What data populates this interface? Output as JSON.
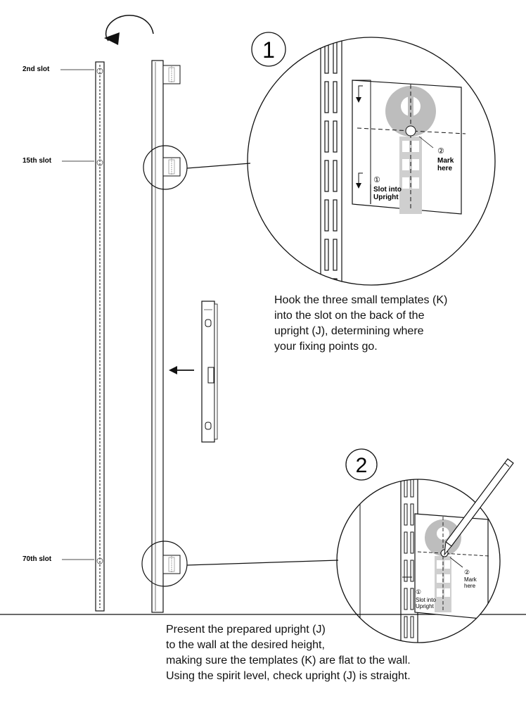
{
  "labels": {
    "slot_2": "2nd slot",
    "slot_15": "15th slot",
    "slot_70": "70th slot"
  },
  "steps": [
    {
      "number": "1",
      "mark_num": "②",
      "mark_text": [
        "Mark",
        "here"
      ],
      "slot_num": "①",
      "slot_text": [
        "Slot into",
        "Upright"
      ]
    },
    {
      "number": "2",
      "mark_num": "②",
      "mark_text": [
        "Mark",
        "here"
      ],
      "slot_num": "①",
      "slot_text": [
        "Slot into",
        "Upright"
      ]
    }
  ],
  "captions": {
    "step1": [
      "Hook the three small templates (K)",
      "into the slot on the back of the",
      "upright (J), determining where",
      "your fixing points go."
    ],
    "step2": [
      "Present the prepared upright (J)",
      "to the wall at the desired height,",
      "making sure the templates (K) are flat to the wall.",
      "Using the spirit level, check upright (J) is straight."
    ]
  },
  "colors": {
    "line": "#111111",
    "template": "#bdbdbd",
    "template_dark": "#9e9e9e"
  }
}
